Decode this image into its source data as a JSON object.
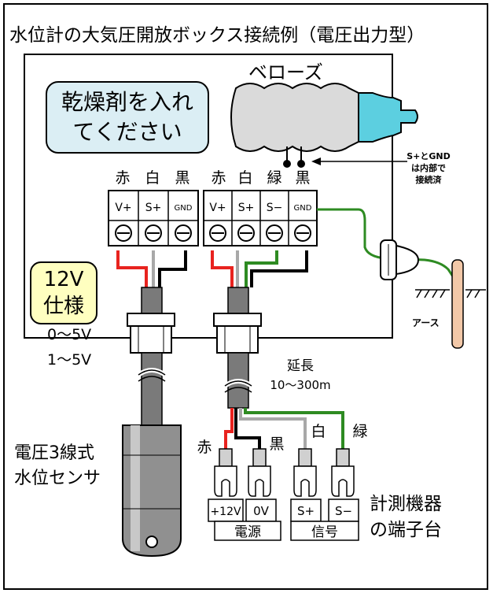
{
  "title": "水位計の大気圧開放ボックス接続例（電圧出力型）",
  "bellows_label": "ベローズ",
  "desiccant_note": [
    "乾燥剤を入れ",
    "てください"
  ],
  "internal_note": [
    "S+とGND",
    "は内部で",
    "接続済"
  ],
  "spec_badge": [
    "12V",
    "仕様"
  ],
  "terminal_block_left": {
    "colors": [
      "赤",
      "白",
      "黒"
    ],
    "terminals": [
      "V+",
      "S+",
      "GND"
    ]
  },
  "terminal_block_right": {
    "colors": [
      "赤",
      "白",
      "緑",
      "黒"
    ],
    "terminals": [
      "V+",
      "S+",
      "S−",
      "GND"
    ]
  },
  "output_range": [
    "0～5V",
    "1～5V"
  ],
  "earth_label": "アース",
  "extension": [
    "延長",
    "10～300m"
  ],
  "wire_colors": {
    "red": "赤",
    "black": "黒",
    "white": "白",
    "green": "緑"
  },
  "sensor_label": [
    "電圧3線式",
    "水位センサ"
  ],
  "lug_terminals": [
    "+12V",
    "0V",
    "S+",
    "S−"
  ],
  "group_labels": {
    "power": "電源",
    "signal": "信号"
  },
  "instrument_label": [
    "計測機器",
    "の端子台"
  ],
  "colors": {
    "red": "#e8231f",
    "green": "#2e8b22",
    "gray": "#a8a8a8",
    "black": "#000000",
    "bellows_end": "#5ccfe0",
    "desiccant_fill": "#dbeef4",
    "badge_fill": "#ffffc0",
    "earth_rod": "#f2c8a8"
  }
}
